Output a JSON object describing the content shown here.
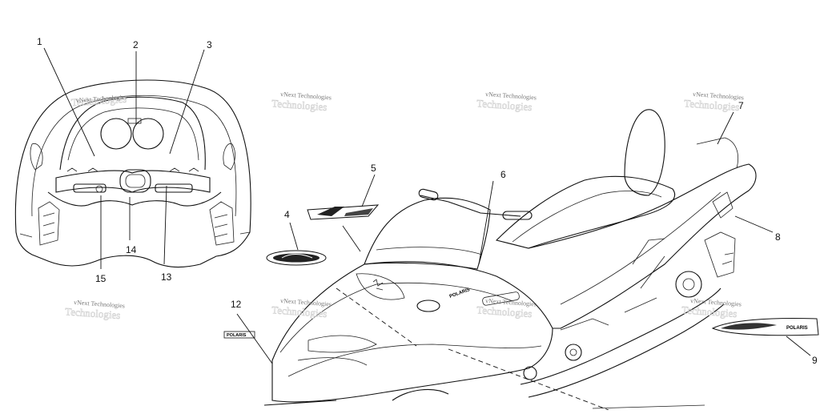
{
  "callouts": {
    "n1": "1",
    "n2": "2",
    "n3": "3",
    "n4": "4",
    "n5": "5",
    "n6": "6",
    "n7": "7",
    "n8": "8",
    "n9": "9",
    "n12": "12",
    "n13": "13",
    "n14": "14",
    "n15": "15"
  },
  "watermark": {
    "text": "vNext Technologies",
    "ghost": "Technologies"
  },
  "decals": {
    "polaris_hood": "POLARIS",
    "polaris_side": "POLARIS",
    "polaris_small": "POLARIS"
  }
}
